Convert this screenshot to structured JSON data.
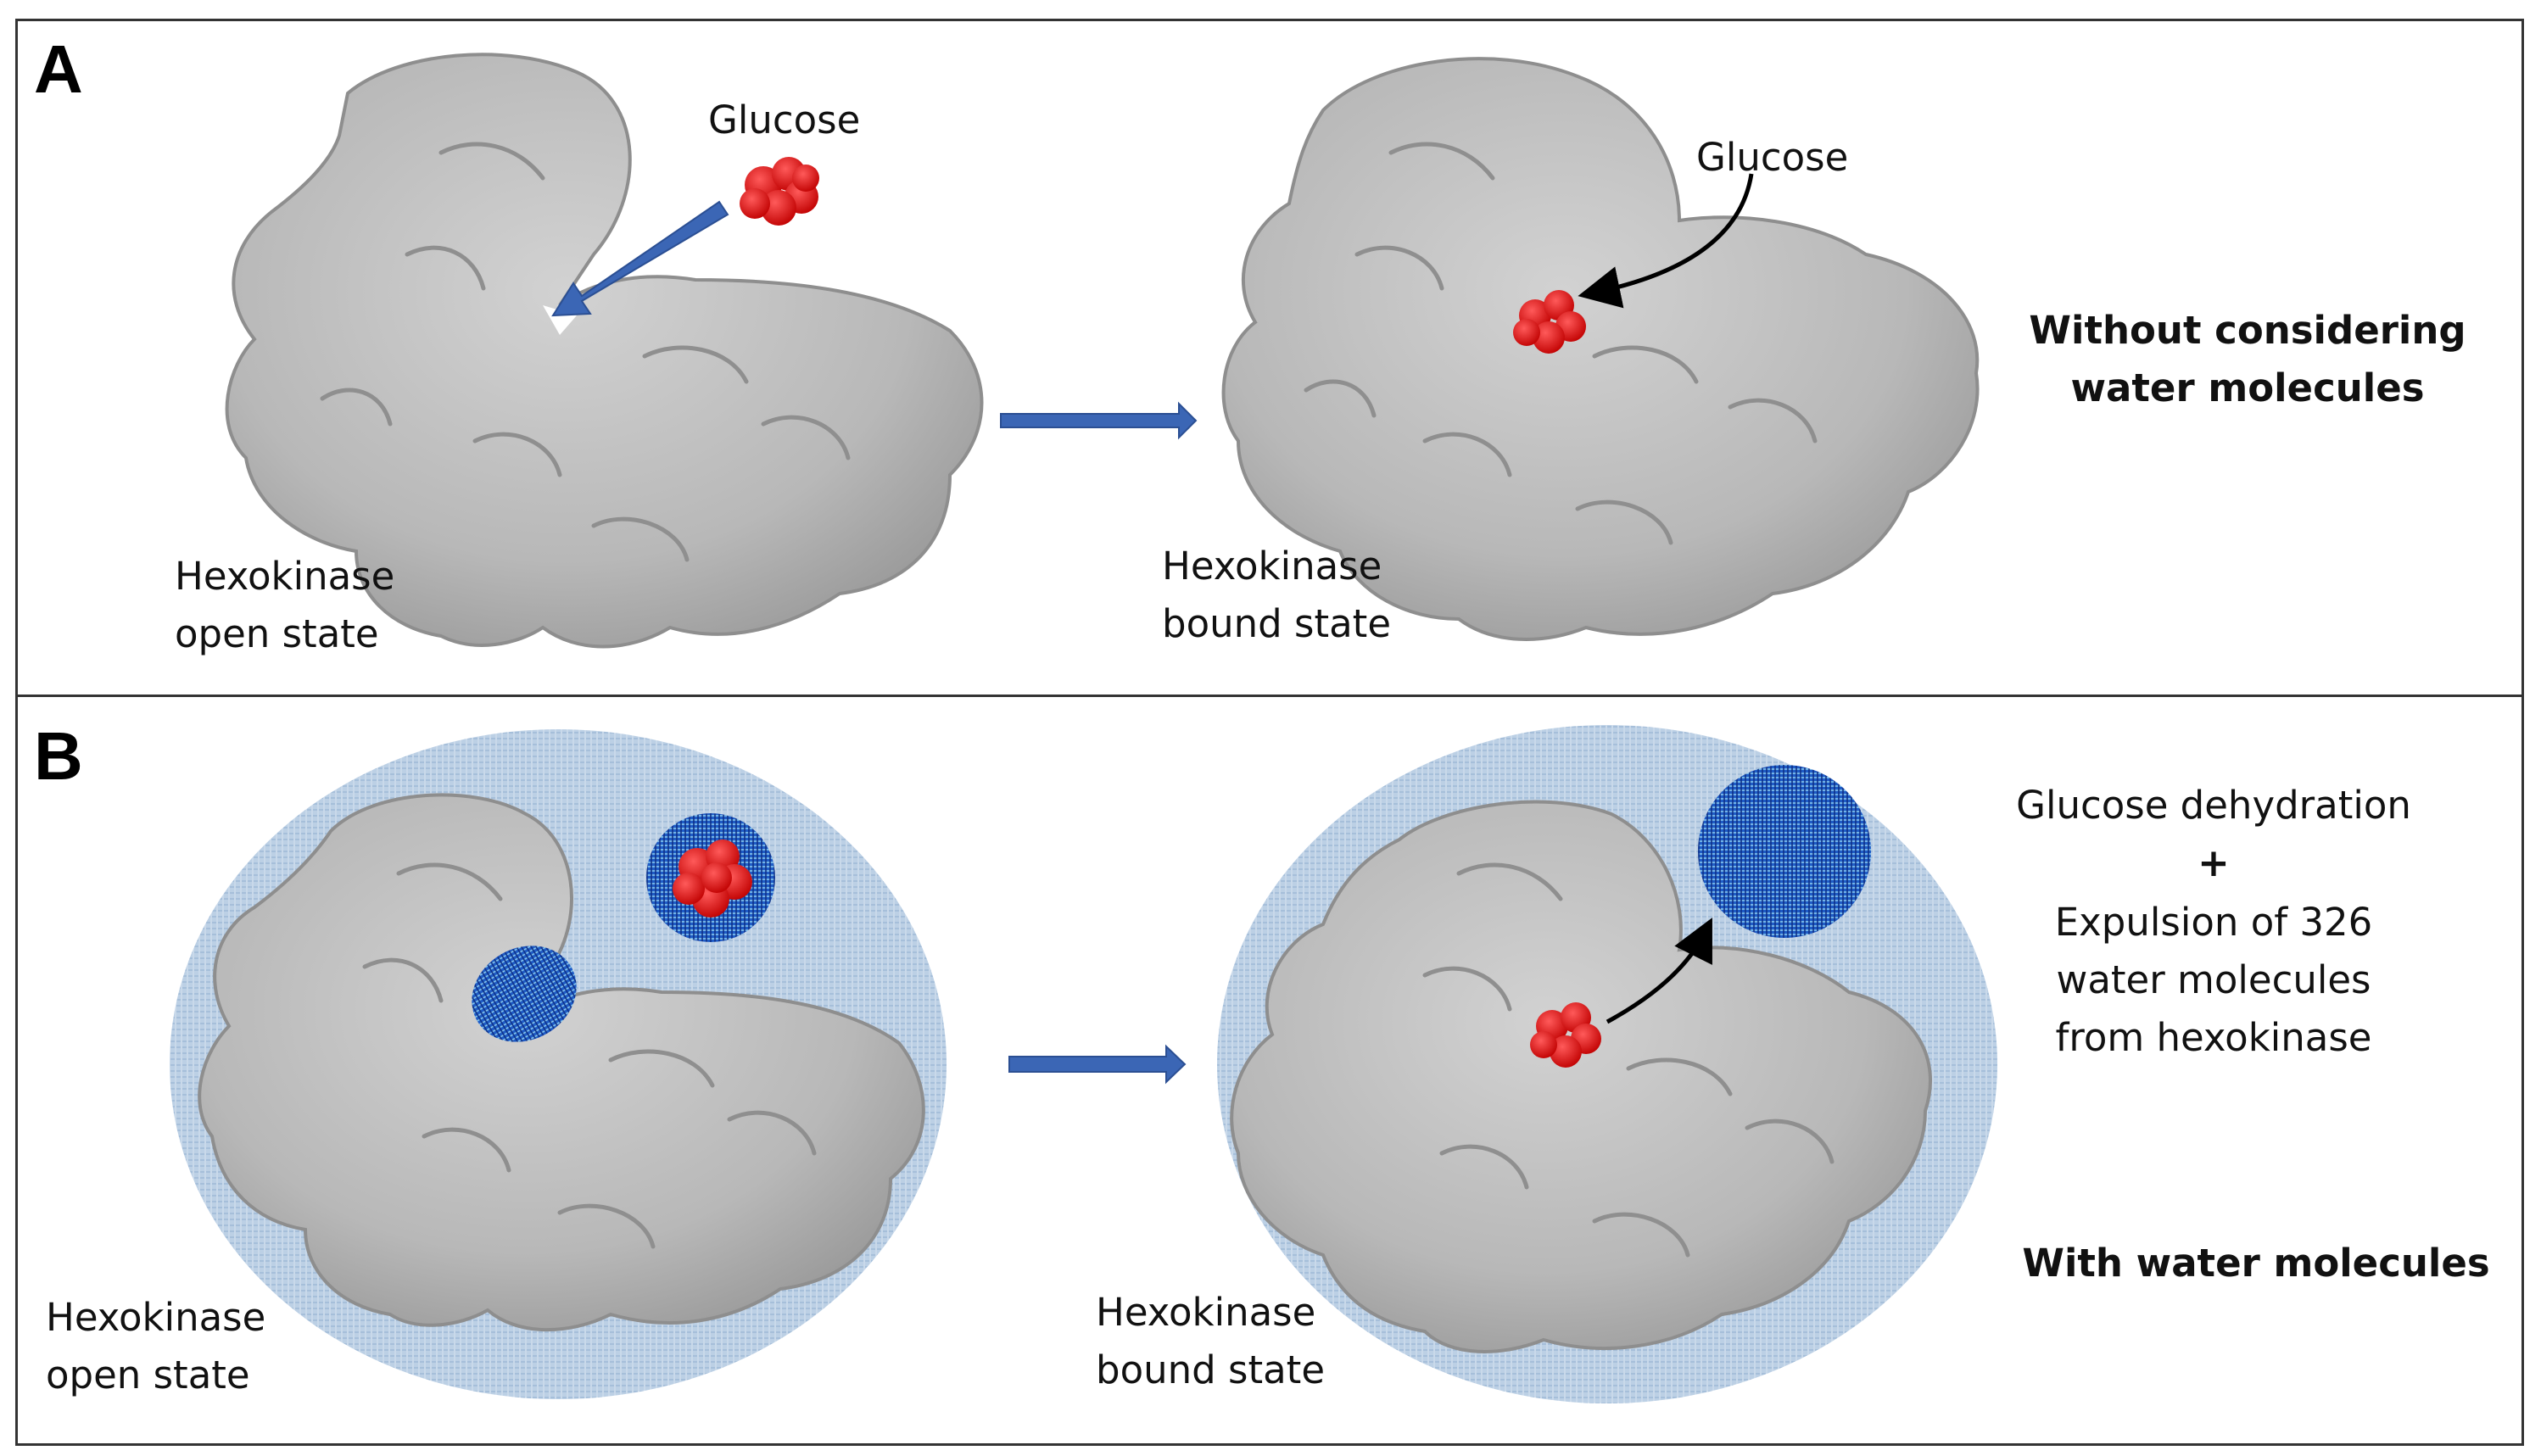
{
  "panel_a": {
    "letter": "A",
    "glucose_label_1": "Glucose",
    "glucose_label_2": "Glucose",
    "open_state_line1": "Hexokinase",
    "open_state_line2": "open state",
    "bound_state_line1": "Hexokinase",
    "bound_state_line2": "bound state",
    "note_line1": "Without considering",
    "note_line2": "water molecules"
  },
  "panel_b": {
    "letter": "B",
    "open_state_line1": "Hexokinase",
    "open_state_line2": "open state",
    "bound_state_line1": "Hexokinase",
    "bound_state_line2": "bound state",
    "desc_line1": "Glucose dehydration",
    "desc_plus": "+",
    "desc_line2": "Expulsion of 326",
    "desc_line3": "water molecules",
    "desc_line4": "from hexokinase",
    "note": "With water molecules"
  },
  "colors": {
    "protein": "#bdbdbd",
    "protein_shade": "#9a9a9a",
    "glucose": "#e11212",
    "arrow_blue": "#3b66b5",
    "water_bg": "#b9cde3",
    "water_dense": "#2a5fc4"
  }
}
